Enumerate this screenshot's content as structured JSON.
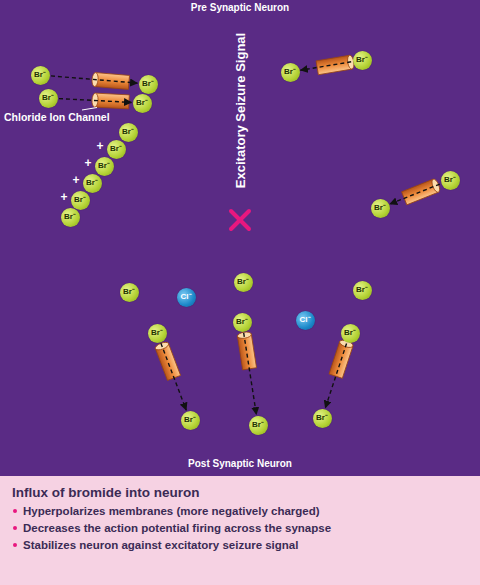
{
  "diagram": {
    "nodes": [
      {
        "text": [
          "Pre Synaptic Neuron"
        ]
      },
      {
        "text": [
          "Excitatory Seizure Signal"
        ],
        "in": 0
      },
      {
        "text": [
          "Br⁻"
        ],
        "in": 0
      },
      {
        "text": [
          "Br⁻"
        ],
        "in": 0
      },
      {
        "text": [
          "Br⁻"
        ],
        "in": 0
      },
      {
        "text": [
          "Br⁻"
        ],
        "in": 0
      },
      {
        "text": [
          "Br⁻"
        ]
      },
      {
        "text": [
          "Br⁻"
        ]
      },
      {
        "text": [
          "Br⁻"
        ]
      },
      {
        "text": [
          "Br⁻"
        ]
      },
      {
        "text": [
          "Br⁻"
        ]
      },
      {
        "text": [
          "Br⁻"
        ]
      },
      {
        "text": [
          "Br⁻"
        ]
      },
      {
        "text": [
          "Br⁻"
        ]
      },
      {
        "text": [
          "Br⁻"
        ]
      },
      {
        "text": [
          "Br⁻"
        ]
      },
      {
        "text": [
          "Br⁻"
        ]
      },
      {
        "text": [
          "Cl⁻"
        ]
      },
      {
        "text": [
          "Br⁻"
        ]
      },
      {
        "text": [
          "Br⁻"
        ]
      },
      {
        "text": [
          "Cl⁻"
        ]
      },
      {
        "text": [
          "Post Synaptic Neuron"
        ]
      },
      {
        "text": [
          "Br⁻"
        ]
      },
      {
        "text": [
          "Br⁻"
        ]
      },
      {
        "text": [
          "Br⁻"
        ]
      },
      {
        "text": [
          "Br⁻"
        ],
        "in": 21
      },
      {
        "text": [
          "Br⁻"
        ],
        "in": 21
      },
      {
        "text": [
          "Br⁻"
        ],
        "in": 21
      },
      {
        "text": [
          "Influx of bromide into neuron",
          "Hyperpolarizes membranes (more negatively charged)",
          "Decreases the action potential firing across the synapse",
          "Stabilizes neuron against excitatory seizure signal"
        ]
      }
    ],
    "edges": [
      {
        "from": 6,
        "to": 2,
        "arrow": "to"
      },
      {
        "from": 7,
        "to": 3,
        "arrow": "to"
      },
      {
        "from": 8,
        "to": 4,
        "arrow": "to"
      },
      {
        "from": 15,
        "to": 5,
        "arrow": "to"
      },
      {
        "from": 22,
        "to": 25,
        "arrow": "to"
      },
      {
        "from": 23,
        "to": 26,
        "arrow": "to"
      },
      {
        "from": 24,
        "to": 27,
        "arrow": "to"
      }
    ],
    "labels": [
      "Chloride Ion Channel",
      "+",
      "+",
      "+",
      "+"
    ]
  }
}
